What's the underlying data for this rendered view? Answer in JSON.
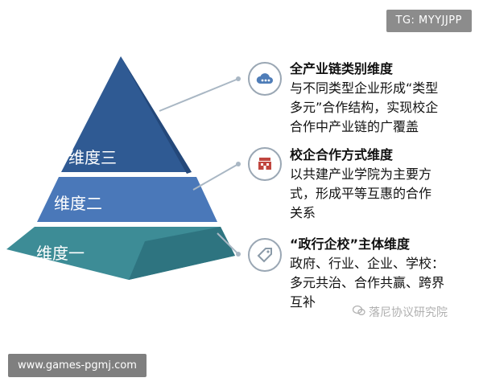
{
  "watermark_tag": "TG: MYYJJPP",
  "url_banner": "www.games-pgmj.com",
  "pyramid": {
    "layers": [
      {
        "label": "维度三",
        "color": "#2f5a93"
      },
      {
        "label": "维度二",
        "color": "#4a78b9"
      },
      {
        "label": "维度一",
        "color": "#3d8c96"
      }
    ]
  },
  "items": [
    {
      "icon": "cloud-icon",
      "title": "全产业链类别维度",
      "lines": [
        "与不同类型企业形成“类型",
        "多元”合作结构，实现校企",
        "合作中产业链的广覆盖"
      ]
    },
    {
      "icon": "building-icon",
      "title": "校企合作方式维度",
      "lines": [
        "以共建产业学院为主要方",
        "式，形成平等互惠的合作",
        "关系"
      ]
    },
    {
      "icon": "tag-icon",
      "title": "“政行企校”主体维度",
      "lines": [
        "政府、行业、企业、学校：",
        "多元共治、合作共赢、跨界",
        "互补"
      ]
    }
  ],
  "source_watermark": "落尼协议研究院"
}
